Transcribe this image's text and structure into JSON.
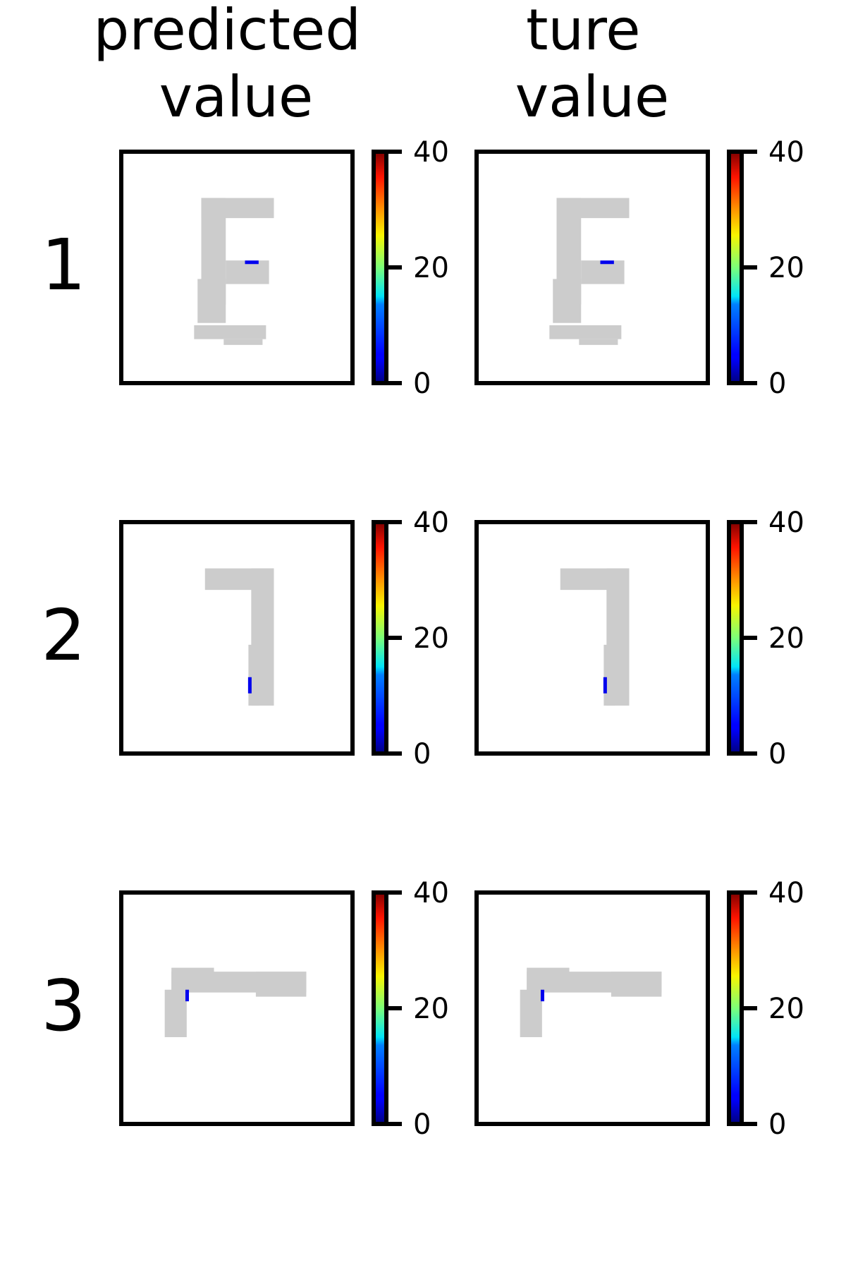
{
  "chart_data": {
    "type": "heatmap",
    "column_titles": [
      [
        "predicted",
        "value"
      ],
      [
        "ture",
        "value"
      ]
    ],
    "row_labels": [
      "1",
      "2",
      "3"
    ],
    "colorbar": {
      "colormap": "jet",
      "range": [
        0,
        40
      ],
      "ticks": [
        0,
        20,
        40
      ],
      "tick_labels": [
        "0",
        "20",
        "40"
      ]
    },
    "background_color": "#cccccc",
    "path_color": "#0000ee",
    "rows": [
      {
        "label": "1",
        "predicted": {
          "shape": [
            [
              0.346,
              0.2,
              0.66,
              0.287
            ],
            [
              0.346,
              0.2,
              0.452,
              0.66
            ],
            [
              0.452,
              0.47,
              0.639,
              0.572
            ],
            [
              0.33,
              0.55,
              0.452,
              0.74
            ],
            [
              0.315,
              0.75,
              0.626,
              0.81
            ],
            [
              0.443,
              0.81,
              0.611,
              0.835
            ]
          ],
          "path": [
            [
              0.535,
              0.478
            ],
            [
              0.594,
              0.478
            ]
          ]
        },
        "ture": {
          "shape": [
            [
              0.346,
              0.2,
              0.66,
              0.287
            ],
            [
              0.346,
              0.2,
              0.452,
              0.66
            ],
            [
              0.452,
              0.47,
              0.639,
              0.572
            ],
            [
              0.33,
              0.55,
              0.452,
              0.74
            ],
            [
              0.315,
              0.75,
              0.626,
              0.81
            ],
            [
              0.443,
              0.81,
              0.611,
              0.835
            ]
          ],
          "path": [
            [
              0.535,
              0.478
            ],
            [
              0.594,
              0.478
            ]
          ]
        }
      },
      {
        "label": "2",
        "predicted": {
          "shape": [
            [
              0.362,
              0.2,
              0.66,
              0.293
            ],
            [
              0.562,
              0.2,
              0.66,
              0.793
            ],
            [
              0.55,
              0.53,
              0.6,
              0.793
            ]
          ],
          "path": [
            [
              0.556,
              0.67
            ],
            [
              0.556,
              0.74
            ]
          ]
        },
        "ture": {
          "shape": [
            [
              0.362,
              0.2,
              0.66,
              0.293
            ],
            [
              0.562,
              0.2,
              0.66,
              0.793
            ],
            [
              0.55,
              0.53,
              0.6,
              0.793
            ]
          ],
          "path": [
            [
              0.556,
              0.67
            ],
            [
              0.556,
              0.74
            ]
          ]
        }
      },
      {
        "label": "3",
        "predicted": {
          "shape": [
            [
              0.217,
              0.325,
              0.401,
              0.42
            ],
            [
              0.217,
              0.342,
              0.8,
              0.432
            ],
            [
              0.582,
              0.342,
              0.8,
              0.45
            ],
            [
              0.188,
              0.42,
              0.283,
              0.625
            ]
          ],
          "path": [
            [
              0.285,
              0.42
            ],
            [
              0.285,
              0.47
            ]
          ]
        },
        "ture": {
          "shape": [
            [
              0.217,
              0.325,
              0.401,
              0.42
            ],
            [
              0.217,
              0.342,
              0.8,
              0.432
            ],
            [
              0.582,
              0.342,
              0.8,
              0.45
            ],
            [
              0.188,
              0.42,
              0.283,
              0.625
            ]
          ],
          "path": [
            [
              0.285,
              0.42
            ],
            [
              0.285,
              0.47
            ]
          ]
        }
      }
    ]
  }
}
